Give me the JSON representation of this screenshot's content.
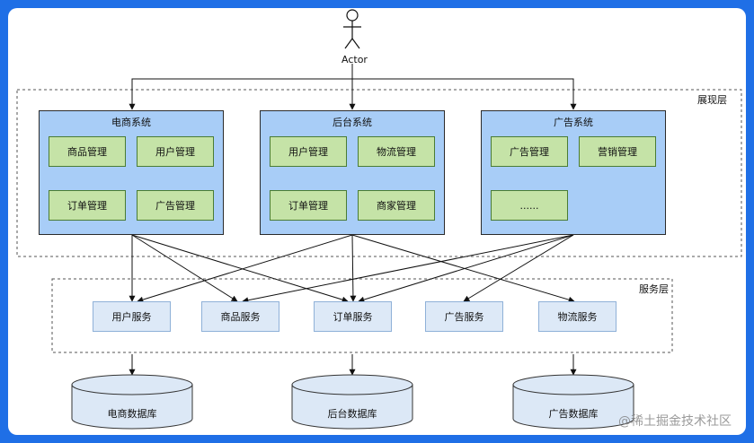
{
  "actor": {
    "label": "Actor"
  },
  "layers": {
    "presentation": "展现层",
    "service": "服务层"
  },
  "systems": [
    {
      "title": "电商系统",
      "modules": [
        "商品管理",
        "用户管理",
        "订单管理",
        "广告管理"
      ]
    },
    {
      "title": "后台系统",
      "modules": [
        "用户管理",
        "物流管理",
        "订单管理",
        "商家管理"
      ]
    },
    {
      "title": "广告系统",
      "modules": [
        "广告管理",
        "营销管理",
        "......"
      ]
    }
  ],
  "services": [
    "用户服务",
    "商品服务",
    "订单服务",
    "广告服务",
    "物流服务"
  ],
  "databases": [
    "电商数据库",
    "后台数据库",
    "广告数据库"
  ],
  "watermark": "@稀土掘金技术社区",
  "colors": {
    "background": "#1f6fe6",
    "system_fill": "#a8cdf7",
    "module_fill": "#c5e3a7",
    "service_fill": "#dde9f7",
    "database_fill": "#dce8f6"
  }
}
